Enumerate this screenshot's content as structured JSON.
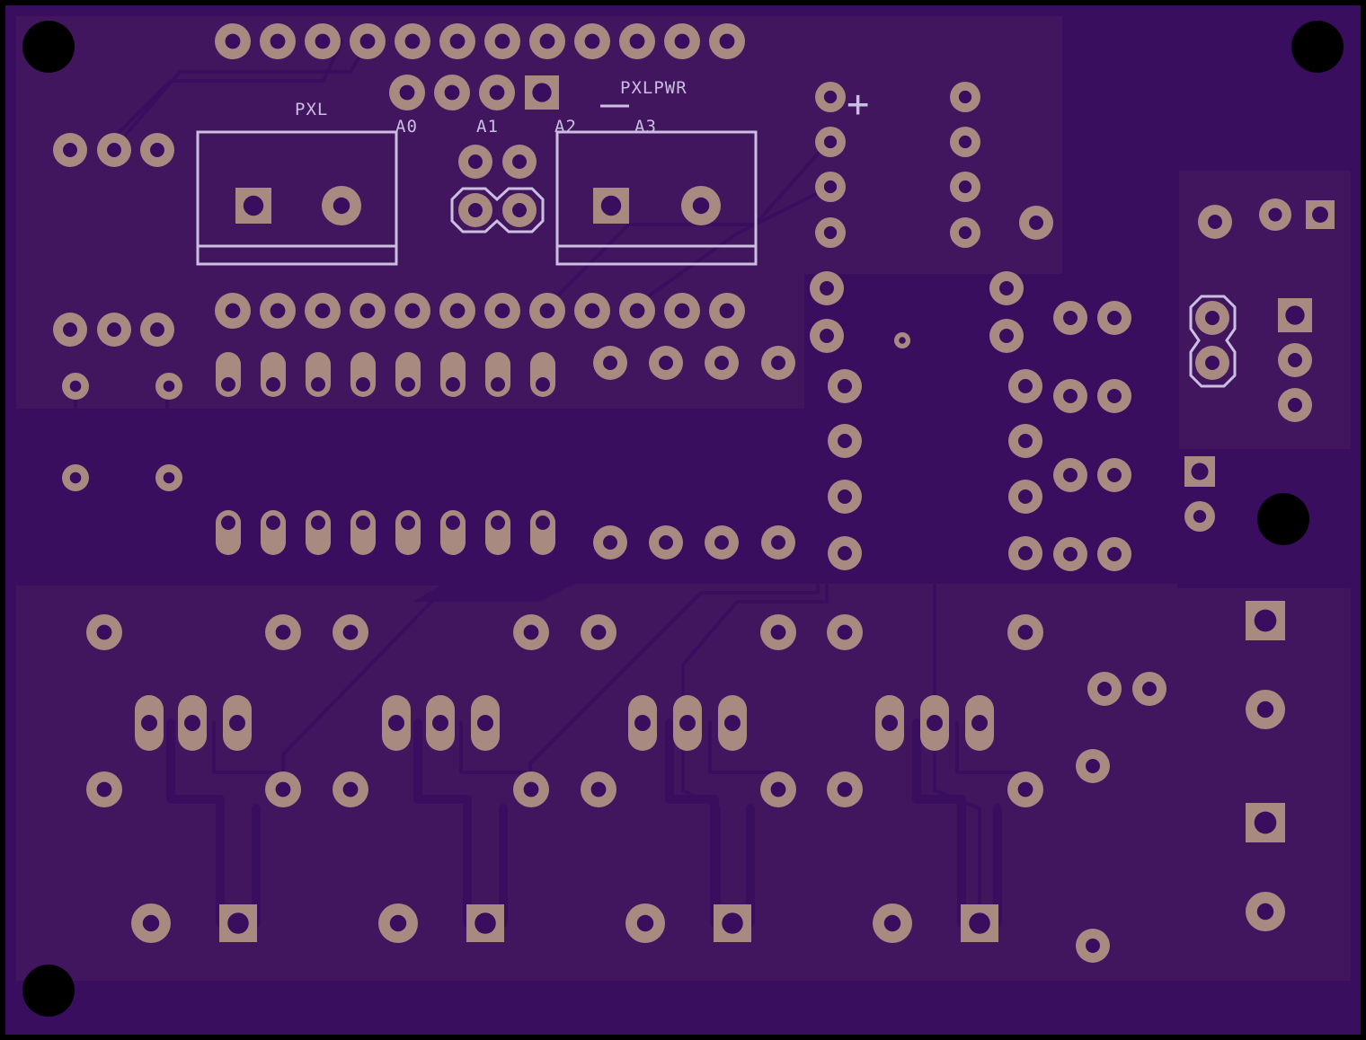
{
  "board": {
    "colors": {
      "edge": "#000000",
      "substrate": "#3a0e5e",
      "pour": "#42165f",
      "trace": "#3a0e5e",
      "pad": "#a88a80",
      "drill": "#3a0e5e",
      "silk": "#c9bfe0",
      "mount_hole": "#000000"
    },
    "silkscreen": {
      "pxl": "PXL",
      "pxlpwr": "PXLPWR",
      "a0": "A0",
      "a1": "A1",
      "a2": "A2",
      "a3": "A3",
      "plus": "+"
    }
  }
}
